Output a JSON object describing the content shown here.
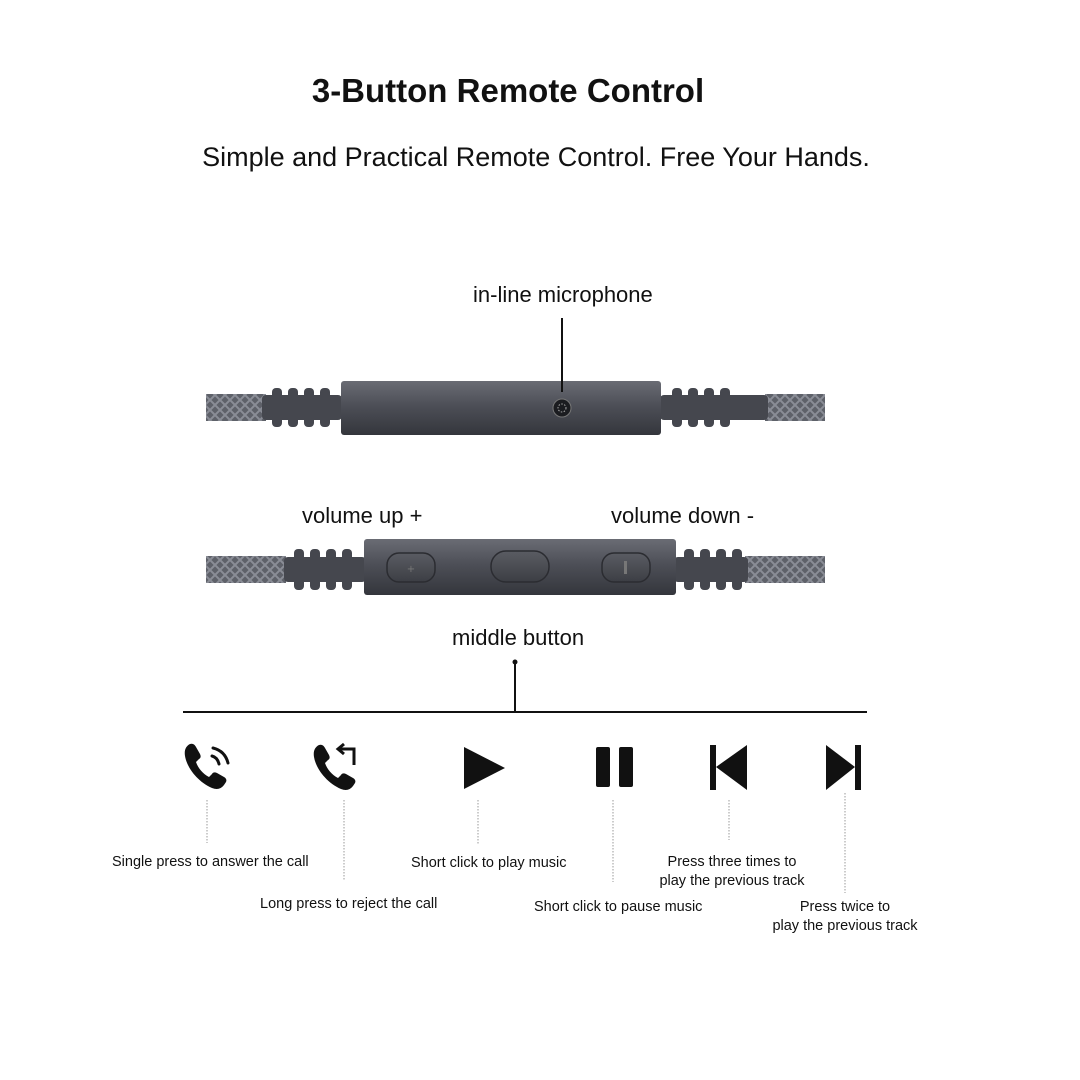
{
  "header": {
    "title": "3-Button Remote Control",
    "subtitle": "Simple and Practical Remote Control. Free Your Hands."
  },
  "remote_top": {
    "microphone_label": "in-line microphone"
  },
  "remote_bottom": {
    "volume_up_label": "volume up +",
    "volume_down_label": "volume down -",
    "middle_button_label": "middle button"
  },
  "functions": [
    {
      "icon": "phone-answer-icon",
      "caption": "Single press to answer the call"
    },
    {
      "icon": "phone-reject-icon",
      "caption": "Long press to reject the call"
    },
    {
      "icon": "play-icon",
      "caption": "Short click to play music"
    },
    {
      "icon": "pause-icon",
      "caption": "Short click to pause music"
    },
    {
      "icon": "previous-track-icon",
      "caption_line1": "Press three times to",
      "caption_line2": "play the previous track"
    },
    {
      "icon": "next-track-icon",
      "caption_line1": "Press twice to",
      "caption_line2": "play the previous track"
    }
  ],
  "colors": {
    "remote_body": "#4b4d55",
    "cable": "#5a5d66",
    "text": "#111111"
  }
}
